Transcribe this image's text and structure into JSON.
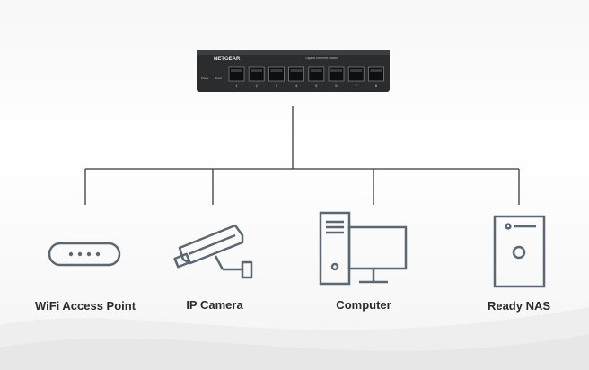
{
  "switch": {
    "brand": "NETGEAR",
    "model_text": "Gigabit Ethernet Switch",
    "power_label": "Power",
    "reset_label": "Reset",
    "ports": [
      "1",
      "2",
      "3",
      "4",
      "5",
      "6",
      "7",
      "8"
    ]
  },
  "devices": [
    {
      "id": "wifi",
      "label": "WiFi Access Point",
      "icon": "wifi-access-point-icon"
    },
    {
      "id": "camera",
      "label": "IP Camera",
      "icon": "ip-camera-icon"
    },
    {
      "id": "computer",
      "label": "Computer",
      "icon": "computer-icon"
    },
    {
      "id": "nas",
      "label": "Ready NAS",
      "icon": "nas-icon"
    }
  ],
  "colors": {
    "line": "#3a3a3a",
    "icon_stroke": "#5b6772",
    "switch_body": "#2a2c2e"
  }
}
